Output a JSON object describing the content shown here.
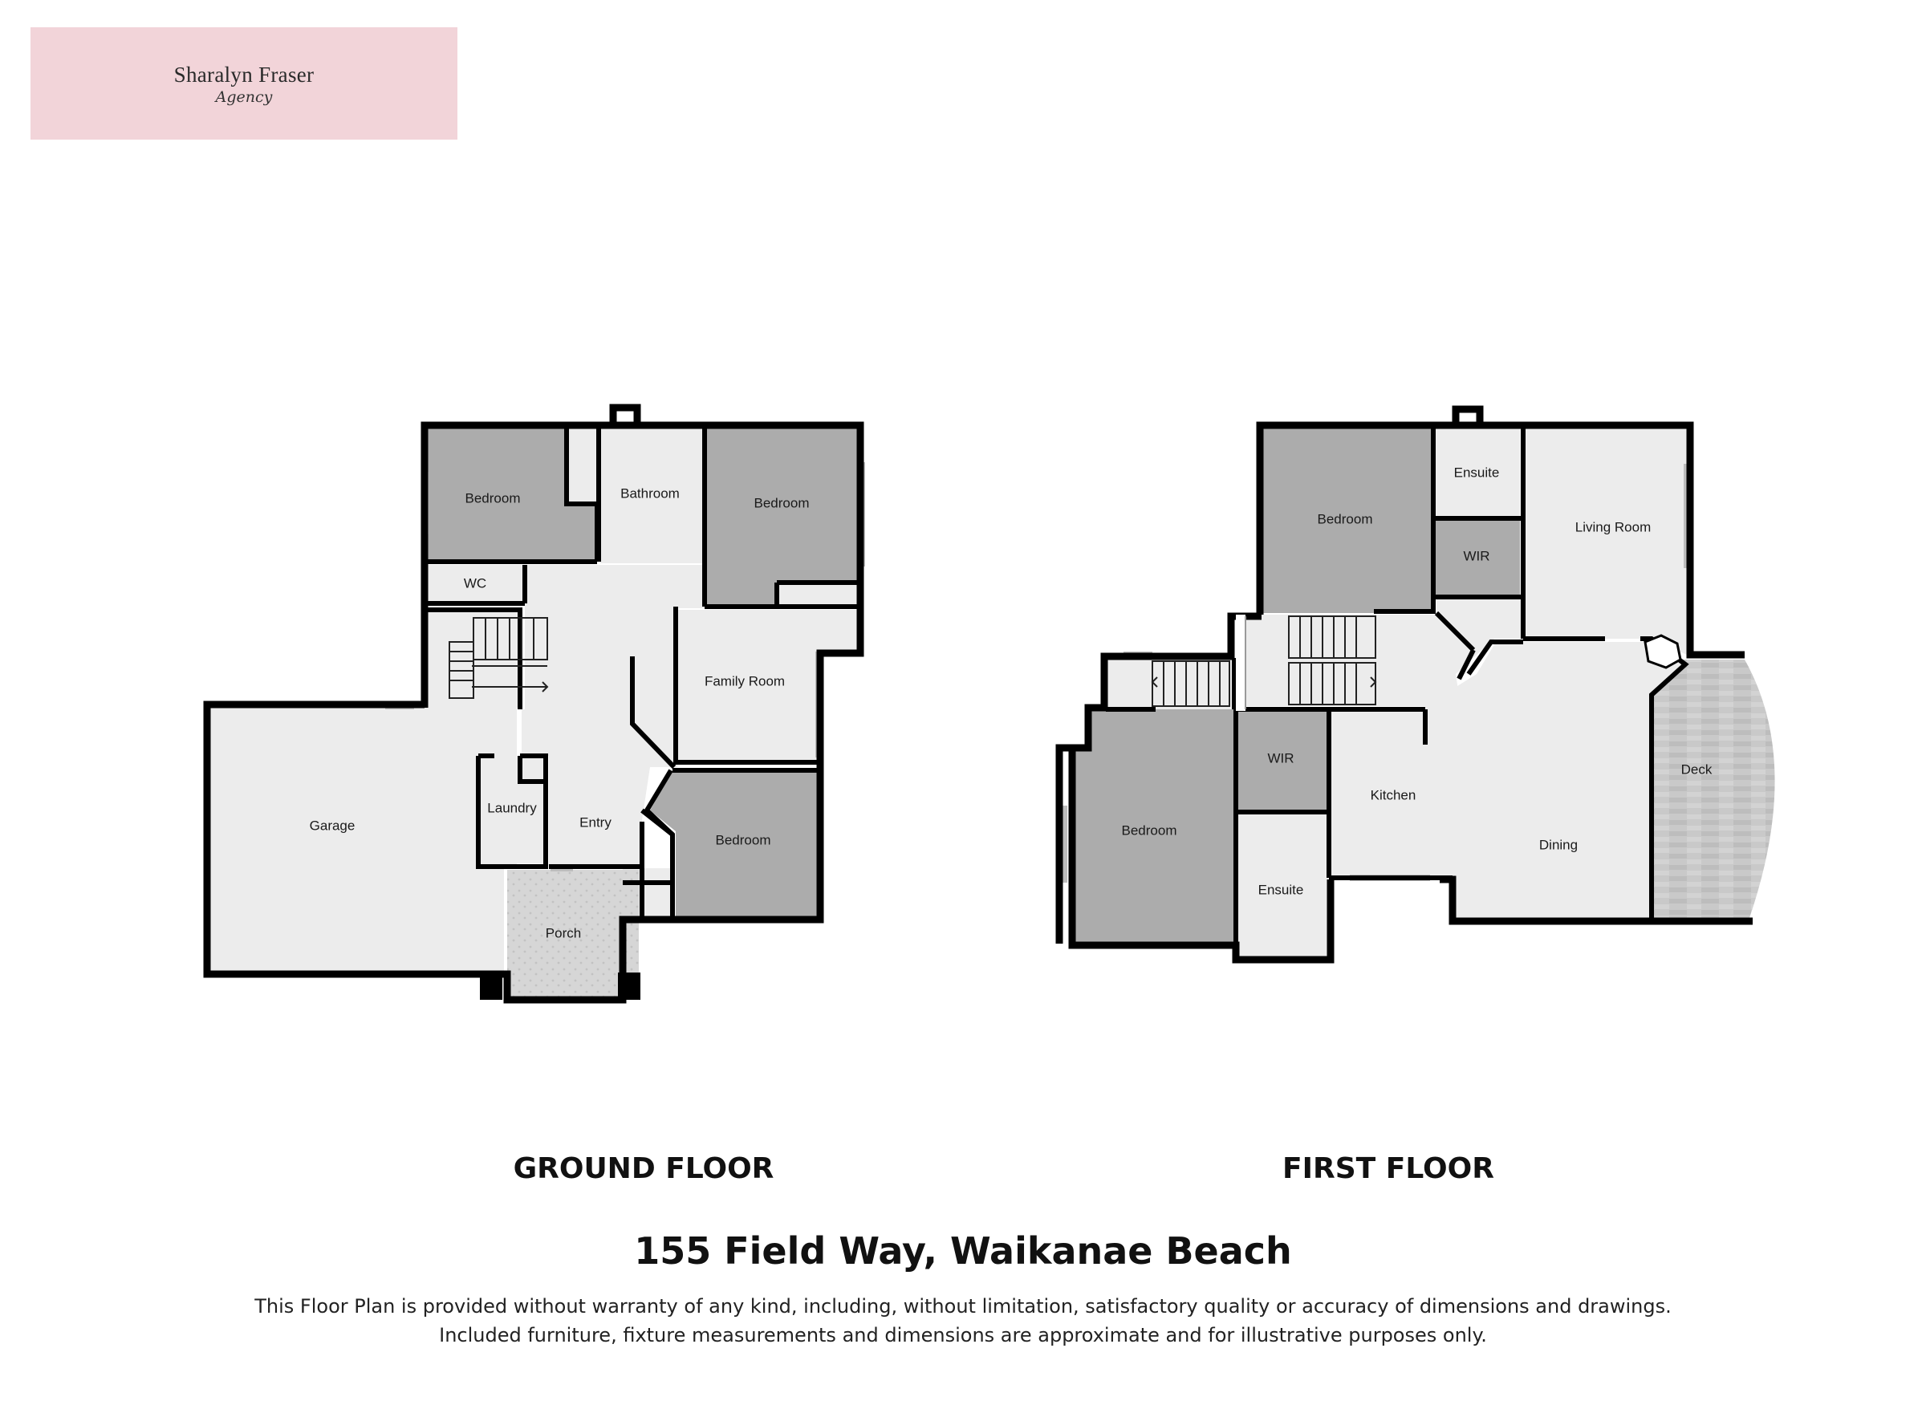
{
  "logo": {
    "name": "Sharalyn Fraser",
    "script": "Agency",
    "background": "#f2d4d9"
  },
  "colors": {
    "wall": "#000000",
    "room_light": "#ececec",
    "room_dark": "#acacac",
    "deck": "#c6c6c6",
    "window": "#bdbdbd"
  },
  "ground_floor": {
    "title": "GROUND FLOOR",
    "rooms": {
      "bedroom_1": "Bedroom",
      "bathroom": "Bathroom",
      "bedroom_2": "Bedroom",
      "wc": "WC",
      "family_room": "Family Room",
      "garage": "Garage",
      "laundry": "Laundry",
      "entry": "Entry",
      "bedroom_3": "Bedroom",
      "porch": "Porch"
    }
  },
  "first_floor": {
    "title": "FIRST FLOOR",
    "rooms": {
      "bedroom_1": "Bedroom",
      "ensuite_1": "Ensuite",
      "wir_1": "WIR",
      "living_room": "Living Room",
      "wir_2": "WIR",
      "kitchen": "Kitchen",
      "deck": "Deck",
      "bedroom_2": "Bedroom",
      "dining": "Dining",
      "ensuite_2": "Ensuite"
    }
  },
  "address": "155 Field Way, Waikanae Beach",
  "disclaimer": {
    "line1": "This Floor Plan is provided without warranty of any kind, including, without limitation, satisfactory quality or accuracy of dimensions and drawings.",
    "line2": "Included furniture, fixture measurements and dimensions are approximate and for illustrative purposes only."
  }
}
